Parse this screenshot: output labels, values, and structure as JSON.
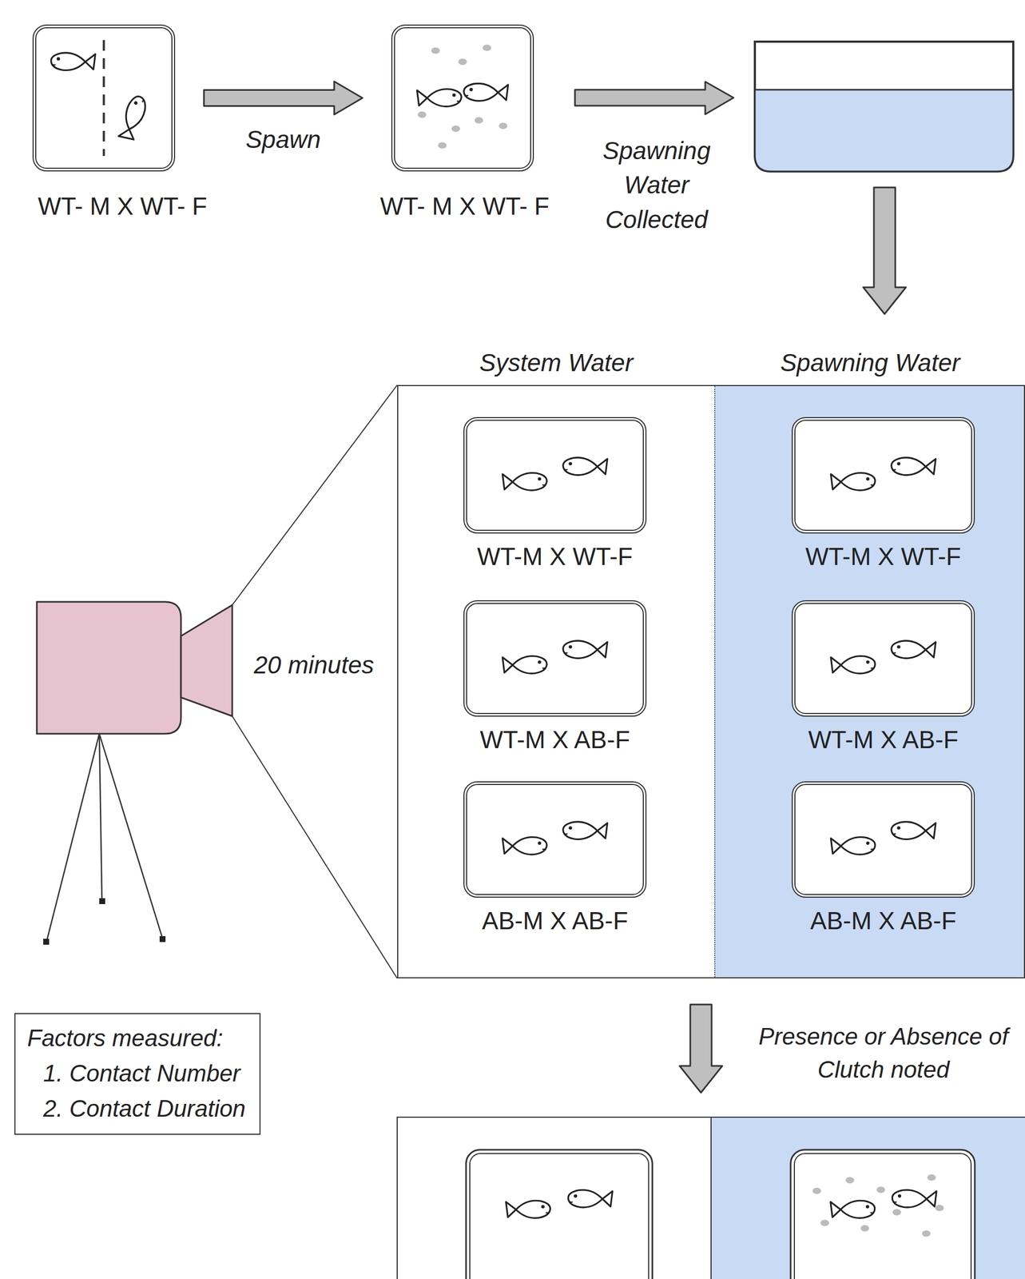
{
  "diagram": {
    "nodes": [
      {
        "text": [
          "WT- M X WT- F"
        ]
      },
      {
        "text": [
          "WT- M X WT- F"
        ]
      },
      {
        "text": [
          "System Water",
          "Spawning Water"
        ]
      },
      {
        "text": [
          "WT-M X WT-F"
        ],
        "in": 2
      },
      {
        "text": [
          "WT-M X AB-F"
        ],
        "in": 2
      },
      {
        "text": [
          "AB-M X AB-F"
        ],
        "in": 2
      },
      {
        "text": [
          "WT-M X WT-F"
        ],
        "in": 2
      },
      {
        "text": [
          "WT-M X AB-F"
        ],
        "in": 2
      },
      {
        "text": [
          "AB-M X AB-F"
        ],
        "in": 2
      },
      {
        "text": [
          "Factors measured:",
          "1. Contact Number",
          "2. Contact Duration"
        ]
      }
    ],
    "edges": [
      {
        "from": 0,
        "to": 1,
        "label": "Spawn",
        "arrow": "to"
      }
    ],
    "labels": [
      "Spawning Water Collected",
      "20 minutes",
      "Presence or Absence of Clutch noted"
    ]
  }
}
